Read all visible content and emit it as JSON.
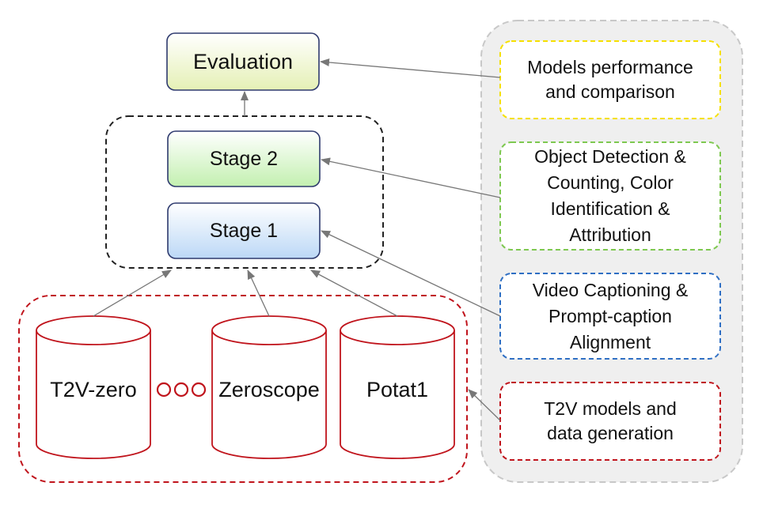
{
  "stages": {
    "evaluation": "Evaluation",
    "stage2": "Stage 2",
    "stage1": "Stage 1"
  },
  "models": {
    "t2v_zero": "T2V-zero",
    "zeroscope": "Zeroscope",
    "potat1": "Potat1"
  },
  "side_panel": {
    "performance": "Models performance\nand comparison",
    "detection": "Object Detection &\nCounting, Color\nIdentification &\nAttribution",
    "captioning": "Video Captioning &\nPrompt-caption\nAlignment",
    "generation": "T2V models and\ndata generation"
  },
  "colors": {
    "evaluation_fill_top": "#ffffff",
    "evaluation_fill_bottom": "#e5f0b5",
    "stage2_fill_bottom": "#c3f0b0",
    "stage1_fill_bottom": "#bcd8f6",
    "box_border": "#2e3a6e",
    "panel_bg": "#efefef",
    "panel_border": "#c8c8c8",
    "yellow_dash": "#f5e000",
    "green_dash": "#7ec850",
    "blue_dash": "#2f6fc4",
    "red_dash": "#c0141c",
    "arrow": "#777777"
  }
}
